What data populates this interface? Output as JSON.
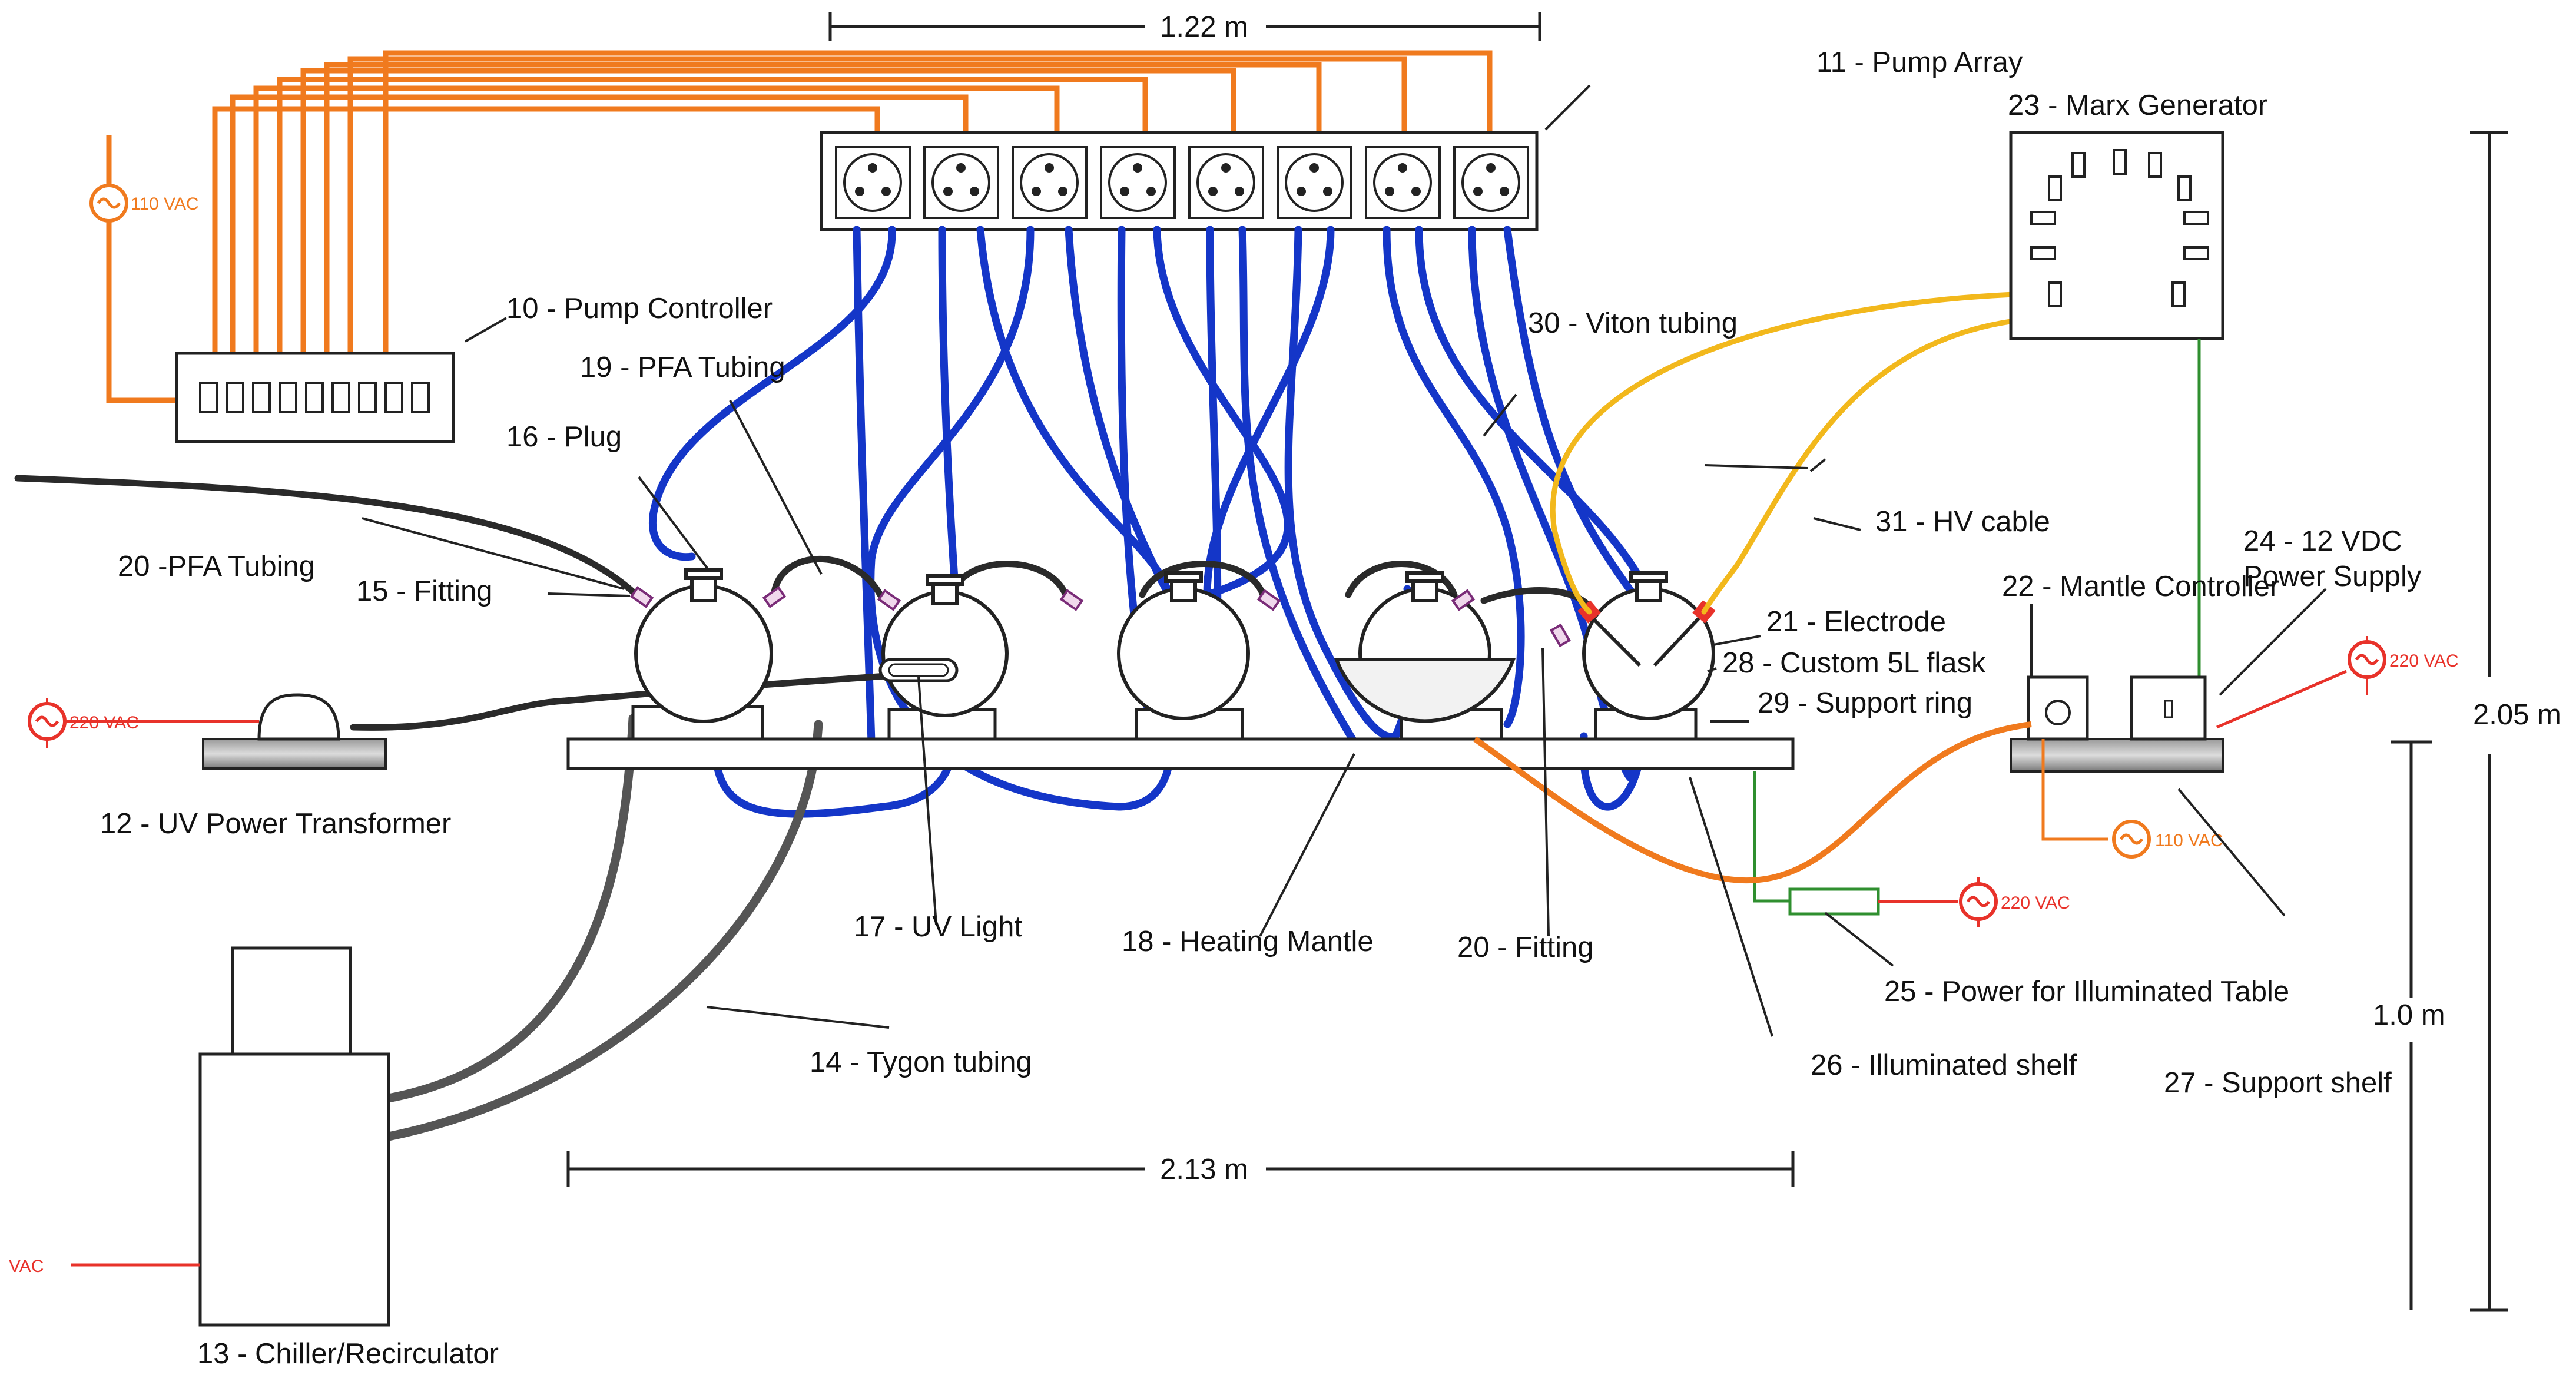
{
  "dimensions": {
    "pump_array_width": "1.22 m",
    "table_width": "2.13 m",
    "total_height": "2.05 m",
    "shelf_height": "1.0 m"
  },
  "labels": {
    "pump_controller": "10 - Pump Controller",
    "pump_array": "11 - Pump Array",
    "uv_power_transformer": "12 - UV Power Transformer",
    "chiller": "13 - Chiller/Recirculator",
    "tygon_tubing": "14 - Tygon tubing",
    "fitting_15": "15 - Fitting",
    "plug": "16 - Plug",
    "uv_light": "17 - UV Light",
    "heating_mantle": "18 - Heating Mantle",
    "pfa_tubing_19": "19 - PFA Tubing",
    "pfa_tubing_20": "20 -PFA Tubing",
    "fitting_20": "20 - Fitting",
    "electrode": "21 - Electrode",
    "mantle_controller": "22 - Mantle Controller",
    "marx_generator": "23 - Marx Generator",
    "power_supply_line1": "24 - 12 VDC",
    "power_supply_line2": "Power Supply",
    "power_illuminated_table": "25 - Power for Illuminated Table",
    "illuminated_shelf": "26 - Illuminated shelf",
    "support_shelf": "27 - Support shelf",
    "custom_flask": "28 - Custom 5L flask",
    "support_ring": "29 - Support ring",
    "viton_tubing": "30 - Viton tubing",
    "hv_cable": "31 - HV cable"
  },
  "power": {
    "v110_top_left": "110 VAC",
    "v220_transformer": "220 VAC",
    "v220_right": "220 VAC",
    "v110_mantle": "110 VAC",
    "v220_table": "220 VAC",
    "vac_chiller": "VAC"
  },
  "colors": {
    "orange": "#f07a1e",
    "blue": "#1436c8",
    "yellow": "#f2b81c",
    "red": "#e8322a",
    "green": "#2f8f2f",
    "dark": "#2a2a2a"
  }
}
